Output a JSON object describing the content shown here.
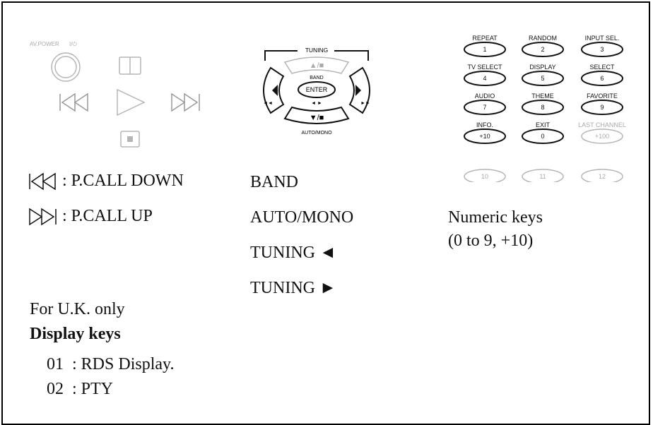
{
  "remote": {
    "av_power_label": "AV.POWER",
    "power_symbol": "I/⏻",
    "tuning_label": "TUNING",
    "band_label": "BAND",
    "enter_label": "ENTER",
    "auto_mono_label": "AUTO/MONO",
    "up_stop_symbol": "▲/■",
    "down_stop_symbol": "▼/■"
  },
  "keypad": [
    {
      "label": "REPEAT",
      "value": "1",
      "active": true
    },
    {
      "label": "RANDOM",
      "value": "2",
      "active": true
    },
    {
      "label": "INPUT SEL.",
      "value": "3",
      "active": true
    },
    {
      "label": "TV SELECT",
      "value": "4",
      "active": true
    },
    {
      "label": "DISPLAY",
      "value": "5",
      "active": true
    },
    {
      "label": "SELECT",
      "value": "6",
      "active": true
    },
    {
      "label": "AUDIO",
      "value": "7",
      "active": true
    },
    {
      "label": "THEME",
      "value": "8",
      "active": true
    },
    {
      "label": "FAVORITE",
      "value": "9",
      "active": true
    },
    {
      "label": "INFO.",
      "value": "+10",
      "active": true
    },
    {
      "label": "EXIT",
      "value": "0",
      "active": true
    },
    {
      "label": "LAST CHANNEL",
      "value": "+100",
      "active": false
    },
    {
      "label": "",
      "value": "10",
      "active": false
    },
    {
      "label": "",
      "value": "11",
      "active": false
    },
    {
      "label": "",
      "value": "12",
      "active": false
    }
  ],
  "legend": {
    "pcall_down": ": P.CALL DOWN",
    "pcall_up": ": P.CALL UP",
    "band": "BAND",
    "auto_mono": "AUTO/MONO",
    "tuning_left": "TUNING ◄",
    "tuning_right": "TUNING ►",
    "numeric_keys": "Numeric keys",
    "numeric_range": "(0 to 9, +10)"
  },
  "notes": {
    "uk_only": "For U.K. only",
    "display_keys_title": "Display keys",
    "items": [
      {
        "num": "01",
        "text": ": RDS Display."
      },
      {
        "num": "02",
        "text": ": PTY"
      }
    ]
  },
  "colors": {
    "active_stroke": "#111111",
    "inactive_stroke": "#b5b5b5"
  }
}
